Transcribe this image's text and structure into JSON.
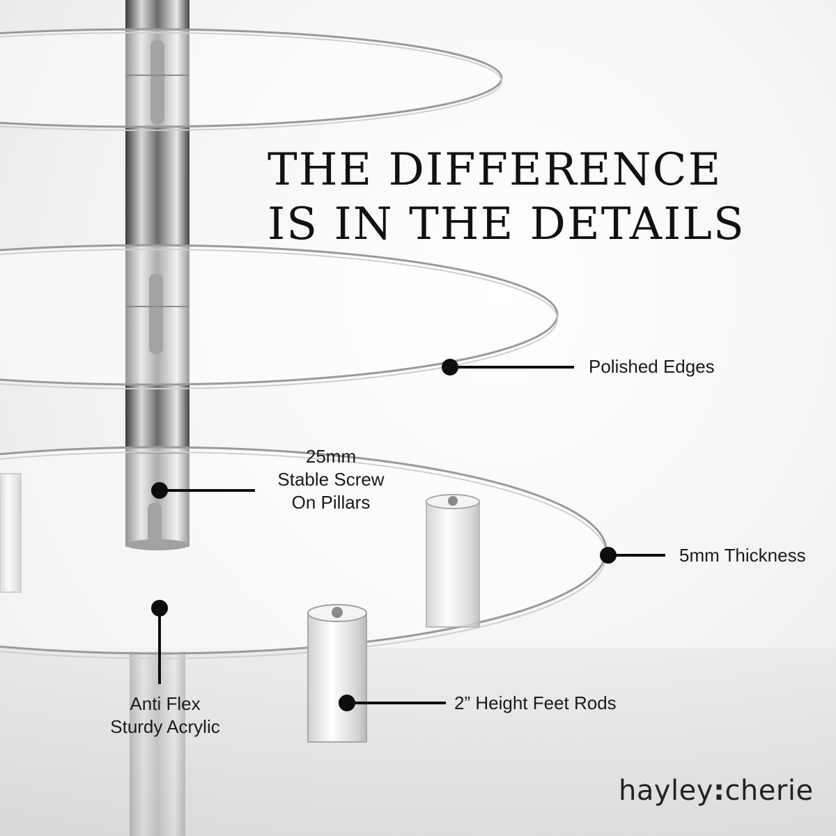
{
  "headline": {
    "line1": "THE DIFFERENCE",
    "line2": "IS IN THE DETAILS"
  },
  "callouts": {
    "polished_edges": "Polished Edges",
    "screw_line1": "25mm",
    "screw_line2": "Stable Screw",
    "screw_line3": "On Pillars",
    "thickness": "5mm Thickness",
    "acrylic_line1": "Anti Flex",
    "acrylic_line2": "Sturdy Acrylic",
    "feet": "2” Height Feet Rods"
  },
  "brand": {
    "left": "hayley",
    "separator": ":",
    "right": "cherie"
  },
  "colors": {
    "text": "#111111",
    "callout_marker": "#0d0d0d",
    "background": "#f2f2f2"
  }
}
